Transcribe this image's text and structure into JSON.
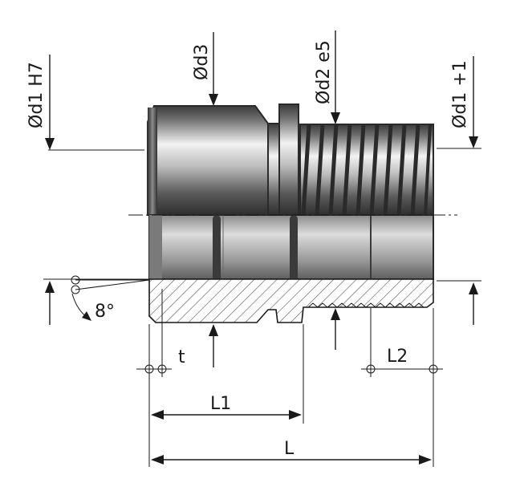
{
  "labels": {
    "d1_h7": "Ød1 H7",
    "d3": "Ød3",
    "d2_e5": "Ød2 e5",
    "d1_plus1": "Ød1 +1",
    "angle": "8°",
    "t": "t",
    "l1": "L1",
    "l2": "L2",
    "l": "L"
  },
  "colors": {
    "ink": "#1a1a1a",
    "metal_dark": "#4a4a4a",
    "metal_light": "#e8e8e8",
    "hatch": "#555555"
  }
}
